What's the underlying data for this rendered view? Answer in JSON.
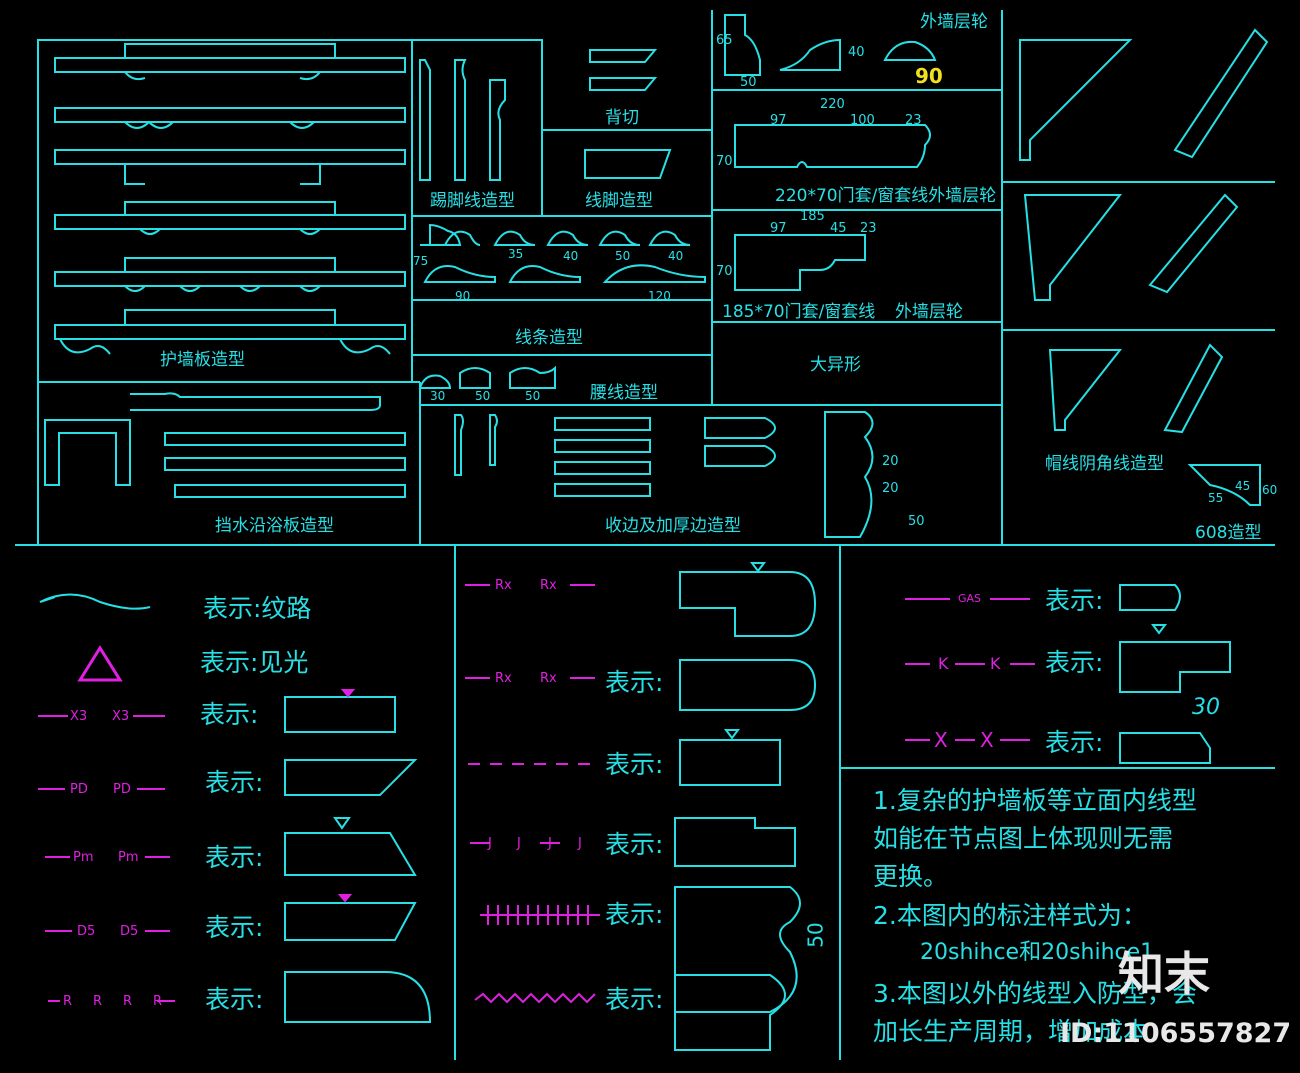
{
  "colors": {
    "line": "#27e0e6",
    "magenta": "#e020e0",
    "yellow": "#f0e020",
    "background": "#000000"
  },
  "panels": {
    "huqiangban": "护墙板造型",
    "tijiao": "踢脚线造型",
    "beiqie": "背切",
    "xianjiao": "线脚造型",
    "xiantiao": "线条造型",
    "yaoxian": "腰线造型",
    "dangshui": "挡水沿浴板造型",
    "shoubian": "收边及加厚边造型",
    "dayixing": "大异形",
    "waiqiang_top": "外墙层轮",
    "door220": "220*70门套/窗套线外墙层轮",
    "door185": "185*70门套/窗套线",
    "waiqiang_mid": "外墙层轮",
    "maoxian": "帽线阴角线造型",
    "zao608": "608造型"
  },
  "dims": {
    "waiqiang": [
      "65",
      "50",
      "40",
      "90"
    ],
    "door220": [
      "220",
      "97",
      "100",
      "23",
      "70"
    ],
    "door185": [
      "185",
      "97",
      "45",
      "23",
      "70"
    ],
    "xiantiao": [
      "75",
      "90",
      "35",
      "40",
      "50",
      "40",
      "120"
    ],
    "yaoxian": [
      "30",
      "50",
      "50"
    ],
    "shoubian": [
      "20",
      "20",
      "50"
    ],
    "zao608": [
      "55",
      "45",
      "60"
    ]
  },
  "legend": {
    "wenlu": "表示:纹路",
    "jianguang": "表示:见光",
    "show": "表示:",
    "codes": [
      "X3",
      "PD",
      "Pm",
      "D5",
      "R",
      "Rx",
      "J",
      "GAS",
      "K",
      "X"
    ],
    "dim30": "30",
    "dim50": "50"
  },
  "notes": {
    "n1a": "1.复杂的护墙板等立面内线型",
    "n1b": "如能在节点图上体现则无需",
    "n1c": "更换。",
    "n2a": "2.本图内的标注样式为：",
    "n2b": "20shihce和20shihce1",
    "n3a": "3.本图以外的线型入防型，会",
    "n3b": "加长生产周期，增加成本"
  },
  "watermark": {
    "brand": "知末",
    "id": "ID:1106557827"
  }
}
